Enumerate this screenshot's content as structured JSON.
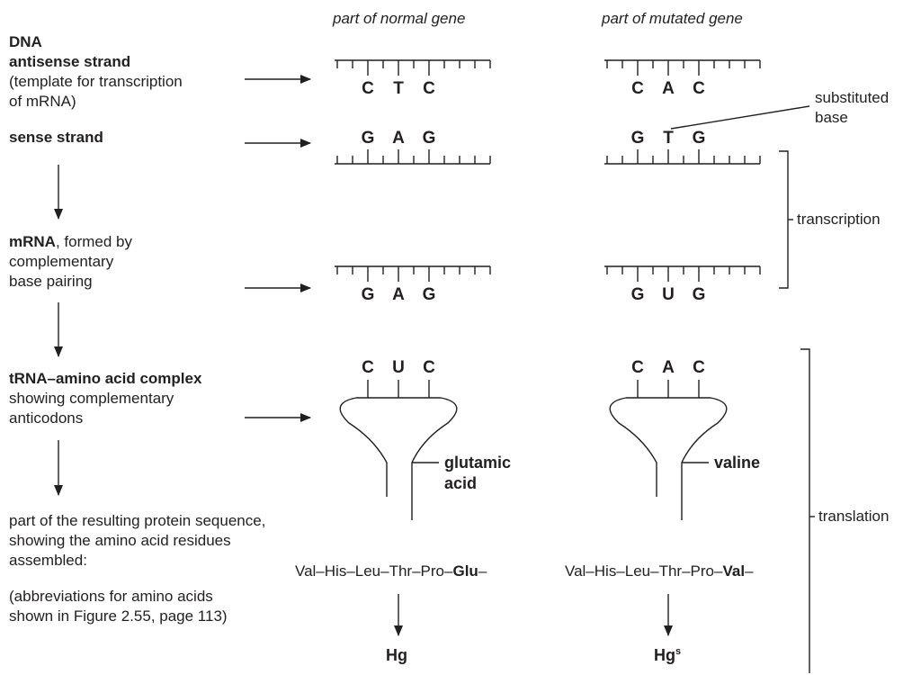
{
  "headers": {
    "normal": "part of normal gene",
    "mutated": "part of mutated gene"
  },
  "left_labels": {
    "dna": "DNA",
    "antisense": "antisense strand",
    "antisense_note_1": "(template for transcription",
    "antisense_note_2": "of mRNA)",
    "sense": "sense strand",
    "mrna_bold": "mRNA",
    "mrna_rest": ", formed by",
    "mrna_2": "complementary",
    "mrna_3": "base pairing",
    "trna_bold": "tRNA–amino acid complex",
    "trna_2": "showing complementary",
    "trna_3": "anticodons",
    "protein_1": "part of the resulting protein sequence,",
    "protein_2": "showing the amino acid residues",
    "protein_3": "assembled:",
    "abbrev_1": "(abbreviations for amino acids",
    "abbrev_2": "shown in Figure 2.55, page 113)"
  },
  "normal": {
    "antisense_bases": [
      "C",
      "T",
      "C"
    ],
    "sense_bases": [
      "G",
      "A",
      "G"
    ],
    "mrna_bases": [
      "G",
      "A",
      "G"
    ],
    "anticodon": [
      "C",
      "U",
      "C"
    ],
    "amino_acid_1": "glutamic",
    "amino_acid_2": "acid",
    "sequence_prefix": "Val–His–Leu–Thr–Pro–",
    "sequence_changed": "Glu",
    "sequence_suffix": "–",
    "protein": "Hg",
    "protein_sup": ""
  },
  "mutated": {
    "antisense_bases": [
      "C",
      "A",
      "C"
    ],
    "sense_bases": [
      "G",
      "T",
      "G"
    ],
    "mrna_bases": [
      "G",
      "U",
      "G"
    ],
    "anticodon": [
      "C",
      "A",
      "C"
    ],
    "amino_acid": "valine",
    "sequence_prefix": "Val–His–Leu–Thr–Pro–",
    "sequence_changed": "Val",
    "sequence_suffix": "–",
    "protein": "Hg",
    "protein_sup": "s"
  },
  "annotations": {
    "substituted_1": "substituted",
    "substituted_2": "base",
    "transcription": "transcription",
    "translation": "translation"
  }
}
